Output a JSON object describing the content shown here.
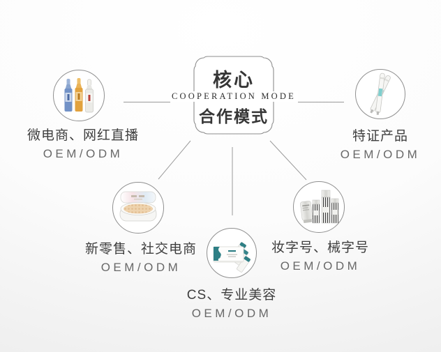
{
  "center_box": {
    "title_top": "核心",
    "subtitle": "COOPERATION MODE",
    "title_bottom": "合作模式",
    "border_color": "#8d8d8d",
    "text_color": "#363636"
  },
  "nodes": [
    {
      "id": "micro-ecommerce-livestream",
      "label": "微电商、网红直播",
      "sublabel": "OEM/ODM",
      "image": "ampoule-vials"
    },
    {
      "id": "special-certified-products",
      "label": "特证产品",
      "sublabel": "OEM/ODM",
      "image": "crossed-pen-applicators"
    },
    {
      "id": "new-retail-social-ecommerce",
      "label": "新零售、社交电商",
      "sublabel": "OEM/ODM",
      "image": "cushion-compact"
    },
    {
      "id": "cs-professional-beauty",
      "label": "CS、专业美容",
      "sublabel": "OEM/ODM",
      "image": "mask-box-with-sachets"
    },
    {
      "id": "cosmetic-and-device-license",
      "label": "妆字号、械字号",
      "sublabel": "OEM/ODM",
      "image": "silver-skincare-set"
    }
  ],
  "colors": {
    "background_top": "#ffffff",
    "background_bottom": "#e7e7e7",
    "connector_line": "#9a9a9a",
    "circle_border": "#8f8f8f",
    "label_text": "#3e3e3e",
    "sublabel_text": "#686868",
    "teal_accent": "#2e7f85",
    "amber_ampoule": "#e2a23e",
    "blue_ampoule": "#7292c7"
  }
}
